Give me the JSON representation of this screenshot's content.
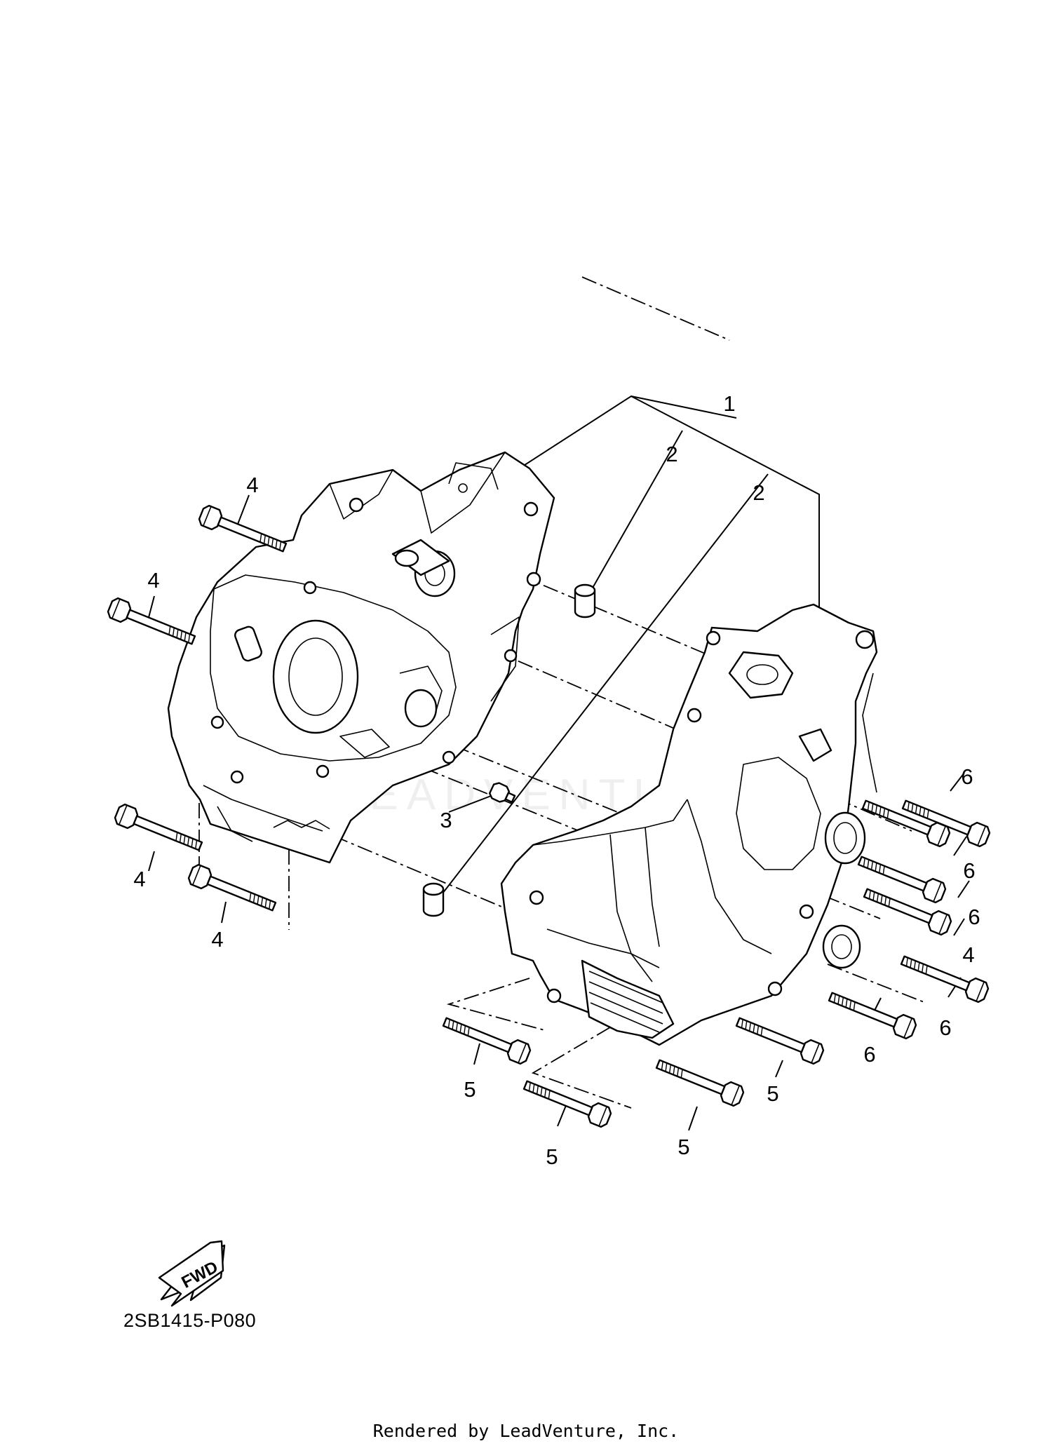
{
  "callouts": {
    "c1": "1",
    "c2a": "2",
    "c2b": "2",
    "c3": "3",
    "c4a": "4",
    "c4b": "4",
    "c4c": "4",
    "c4d": "4",
    "c4e": "4",
    "c5a": "5",
    "c5b": "5",
    "c5c": "5",
    "c5d": "5",
    "c6a": "6",
    "c6b": "6",
    "c6c": "6",
    "c6d": "6",
    "c6e": "6"
  },
  "fwd_label": "FWD",
  "diagram_code": "2SB1415-P080",
  "watermark": "LEADVENTURE",
  "credit": "Rendered by LeadVenture, Inc."
}
